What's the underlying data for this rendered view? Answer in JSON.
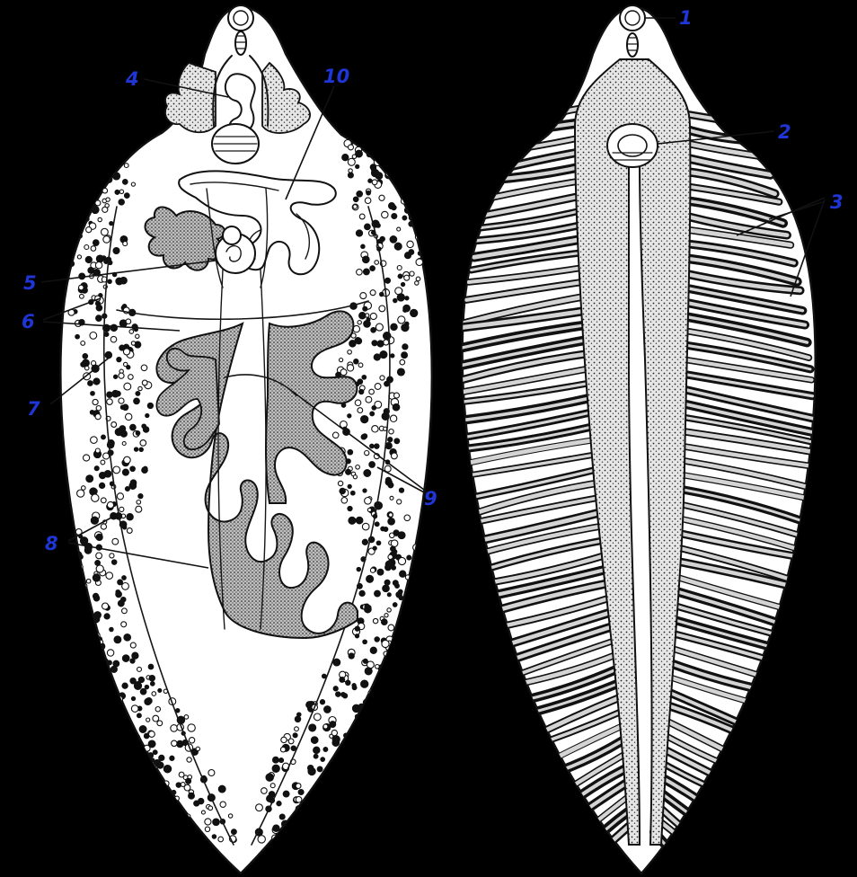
{
  "figure": {
    "background": "#000000",
    "label_color": "#1f35d6",
    "ink_color": "#111111",
    "specimens": [
      "reproductive-system-view",
      "digestive-system-view"
    ]
  },
  "labels": {
    "l1": "1",
    "l2": "2",
    "l3": "3",
    "l4": "4",
    "l5": "5",
    "l6": "6",
    "l7": "7",
    "l8": "8",
    "l9": "9",
    "l10": "10"
  }
}
